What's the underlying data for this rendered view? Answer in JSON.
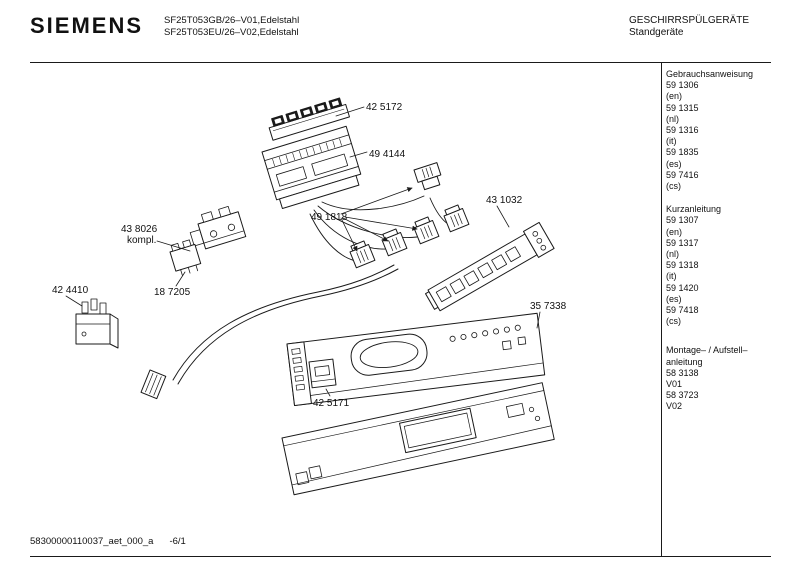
{
  "header": {
    "brand": "SIEMENS",
    "model_line1": "SF25T053GB/26–V01,Edelstahl",
    "model_line2": "SF25T053EU/26–V02,Edelstahl",
    "category_line1": "GESCHIRRSPÜLGERÄTE",
    "category_line2": "Standgeräte"
  },
  "sidebar": {
    "sections": [
      {
        "title": "Gebrauchsanweisung",
        "lines": [
          "59 1306",
          "(en)",
          "59 1315",
          "(nl)",
          "59 1316",
          "(it)",
          "59 1835",
          "(es)",
          "59 7416",
          "(cs)"
        ]
      },
      {
        "title": "Kurzanleitung",
        "lines": [
          "59 1307",
          "(en)",
          "59 1317",
          "(nl)",
          "59 1318",
          "(it)",
          "59 1420",
          "(es)",
          "59 7418",
          "(cs)"
        ]
      },
      {
        "title": "Montage– / Aufstell–",
        "lines": [
          "anleitung",
          "58 3138",
          "V01",
          "58 3723",
          "V02"
        ]
      }
    ]
  },
  "diagram": {
    "labels": {
      "strip": "42 5172",
      "module": "49 4144",
      "harness": "49 1818",
      "frame": "43 1032",
      "switch_a1": "43 8026",
      "switch_a2": "kompl.",
      "switch_b": "18 7205",
      "relay": "42 4410",
      "panel": "35 7338",
      "bracket": "42 5171"
    }
  },
  "footer": {
    "doc_code": "58300000110037_aet_000_a",
    "page": "-6/1"
  }
}
